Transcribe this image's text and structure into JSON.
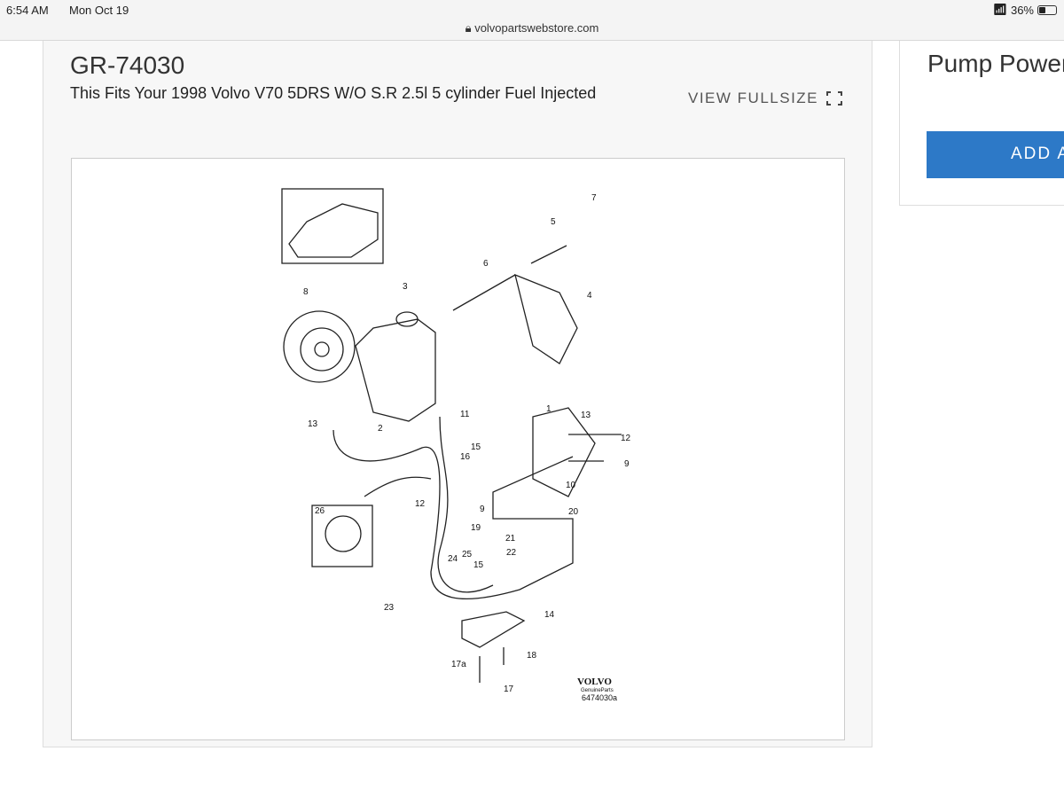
{
  "status_bar": {
    "time": "6:54 AM",
    "date": "Mon Oct 19",
    "url": "volvopartswebstore.com",
    "battery": "36%",
    "battery_level": 0.36
  },
  "product": {
    "part_number": "GR-74030",
    "fits": "This Fits Your 1998 Volvo V70 5DRS W/O S.R 2.5l 5 cylinder Fuel Injected",
    "view_fullsize": "VIEW FULLSIZE"
  },
  "diagram": {
    "callouts": [
      "7",
      "5",
      "6",
      "4",
      "8",
      "3",
      "13",
      "2",
      "11",
      "1",
      "13",
      "12",
      "15",
      "16",
      "9",
      "10",
      "20",
      "26",
      "12",
      "9",
      "19",
      "21",
      "22",
      "25",
      "24",
      "15",
      "14",
      "23",
      "18",
      "17a",
      "17"
    ],
    "brand": "VOLVO",
    "brand_sub": "GenuineParts",
    "diagram_code": "6474030a"
  },
  "sidebar": {
    "title": "Pump Power",
    "add_button": "ADD A"
  }
}
